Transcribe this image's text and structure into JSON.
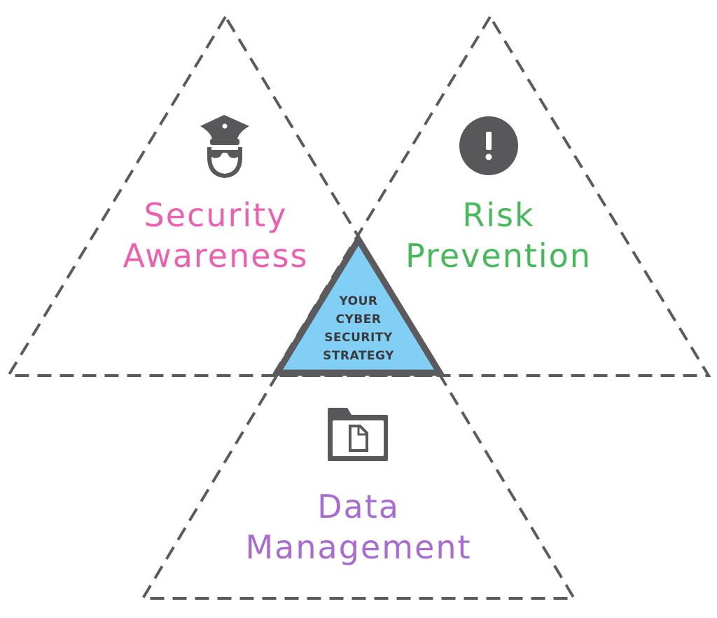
{
  "center": {
    "lines": [
      "YOUR",
      "CYBER",
      "SECURITY",
      "STRATEGY"
    ],
    "fill": "#82cff5",
    "stroke": "#5b5b5e"
  },
  "pillars": {
    "security_awareness": {
      "lines": [
        "Security",
        "Awareness"
      ],
      "color": "#ef5fb0",
      "icon": "security-guard-icon"
    },
    "risk_prevention": {
      "lines": [
        "Risk",
        "Prevention"
      ],
      "color": "#46b95a",
      "icon": "exclamation-circle-icon"
    },
    "data_management": {
      "lines": [
        "Data",
        "Management"
      ],
      "color": "#a76bd1",
      "icon": "folder-document-icon"
    }
  },
  "outline_color": "#5b5b5e"
}
